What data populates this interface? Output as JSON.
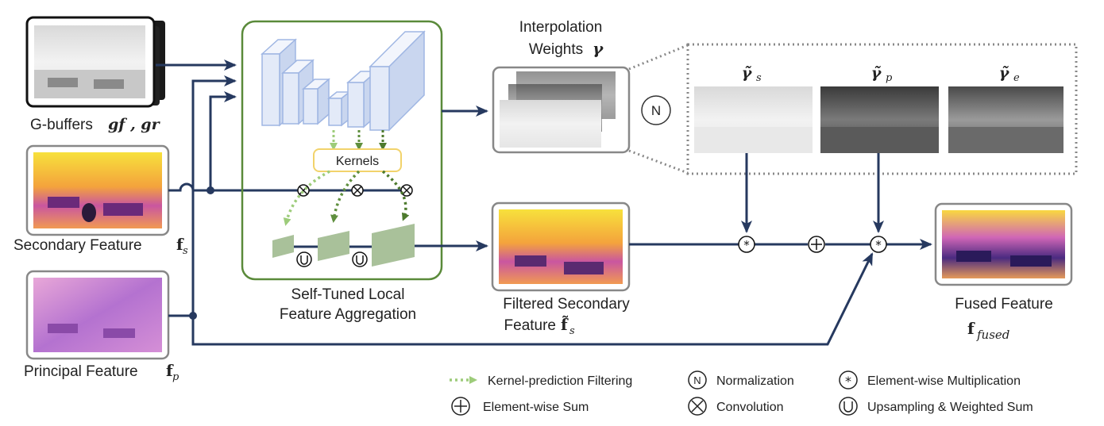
{
  "inputs": {
    "gbuffers": "G-buffers",
    "gbuffers_math": "gf , gr",
    "secondary": "Secondary Feature",
    "secondary_sym": "f",
    "secondary_sub": "s",
    "principal": "Principal Feature",
    "principal_sym": "f",
    "principal_sub": "p"
  },
  "module": {
    "kernels": "Kernels",
    "caption_line1": "Self-Tuned Local",
    "caption_line2": "Feature Aggregation"
  },
  "weights": {
    "title_line1": "Interpolation",
    "title_line2": "Weights",
    "symbol": "γ",
    "norm": "N",
    "gamma_s": "γ̃",
    "gamma_s_sub": "s",
    "gamma_p": "γ̃",
    "gamma_p_sub": "p",
    "gamma_e": "γ̃",
    "gamma_e_sub": "e"
  },
  "filtered": {
    "line1": "Filtered Secondary",
    "line2": "Feature",
    "sym": "f̃",
    "sub": "s"
  },
  "fused": {
    "line1": "Fused Feature",
    "sym": "f",
    "sub": "fused"
  },
  "legend": {
    "kernel_filtering": "Kernel-prediction Filtering",
    "normalization": "Normalization",
    "elementwise_mult": "Element-wise Multiplication",
    "elementwise_sum": "Element-wise Sum",
    "convolution": "Convolution",
    "upsampling": "Upsampling & Weighted Sum"
  },
  "colors": {
    "arrow": "#26395f",
    "module_border": "#5a8a3a",
    "kernel_border": "#f2d36b",
    "light_green": "#9dcc7a",
    "dark_green": "#4d7a2d",
    "feature_block": "#a9c19a",
    "unet_face": "#dde6f7",
    "unet_edge": "#9fb6e3"
  }
}
